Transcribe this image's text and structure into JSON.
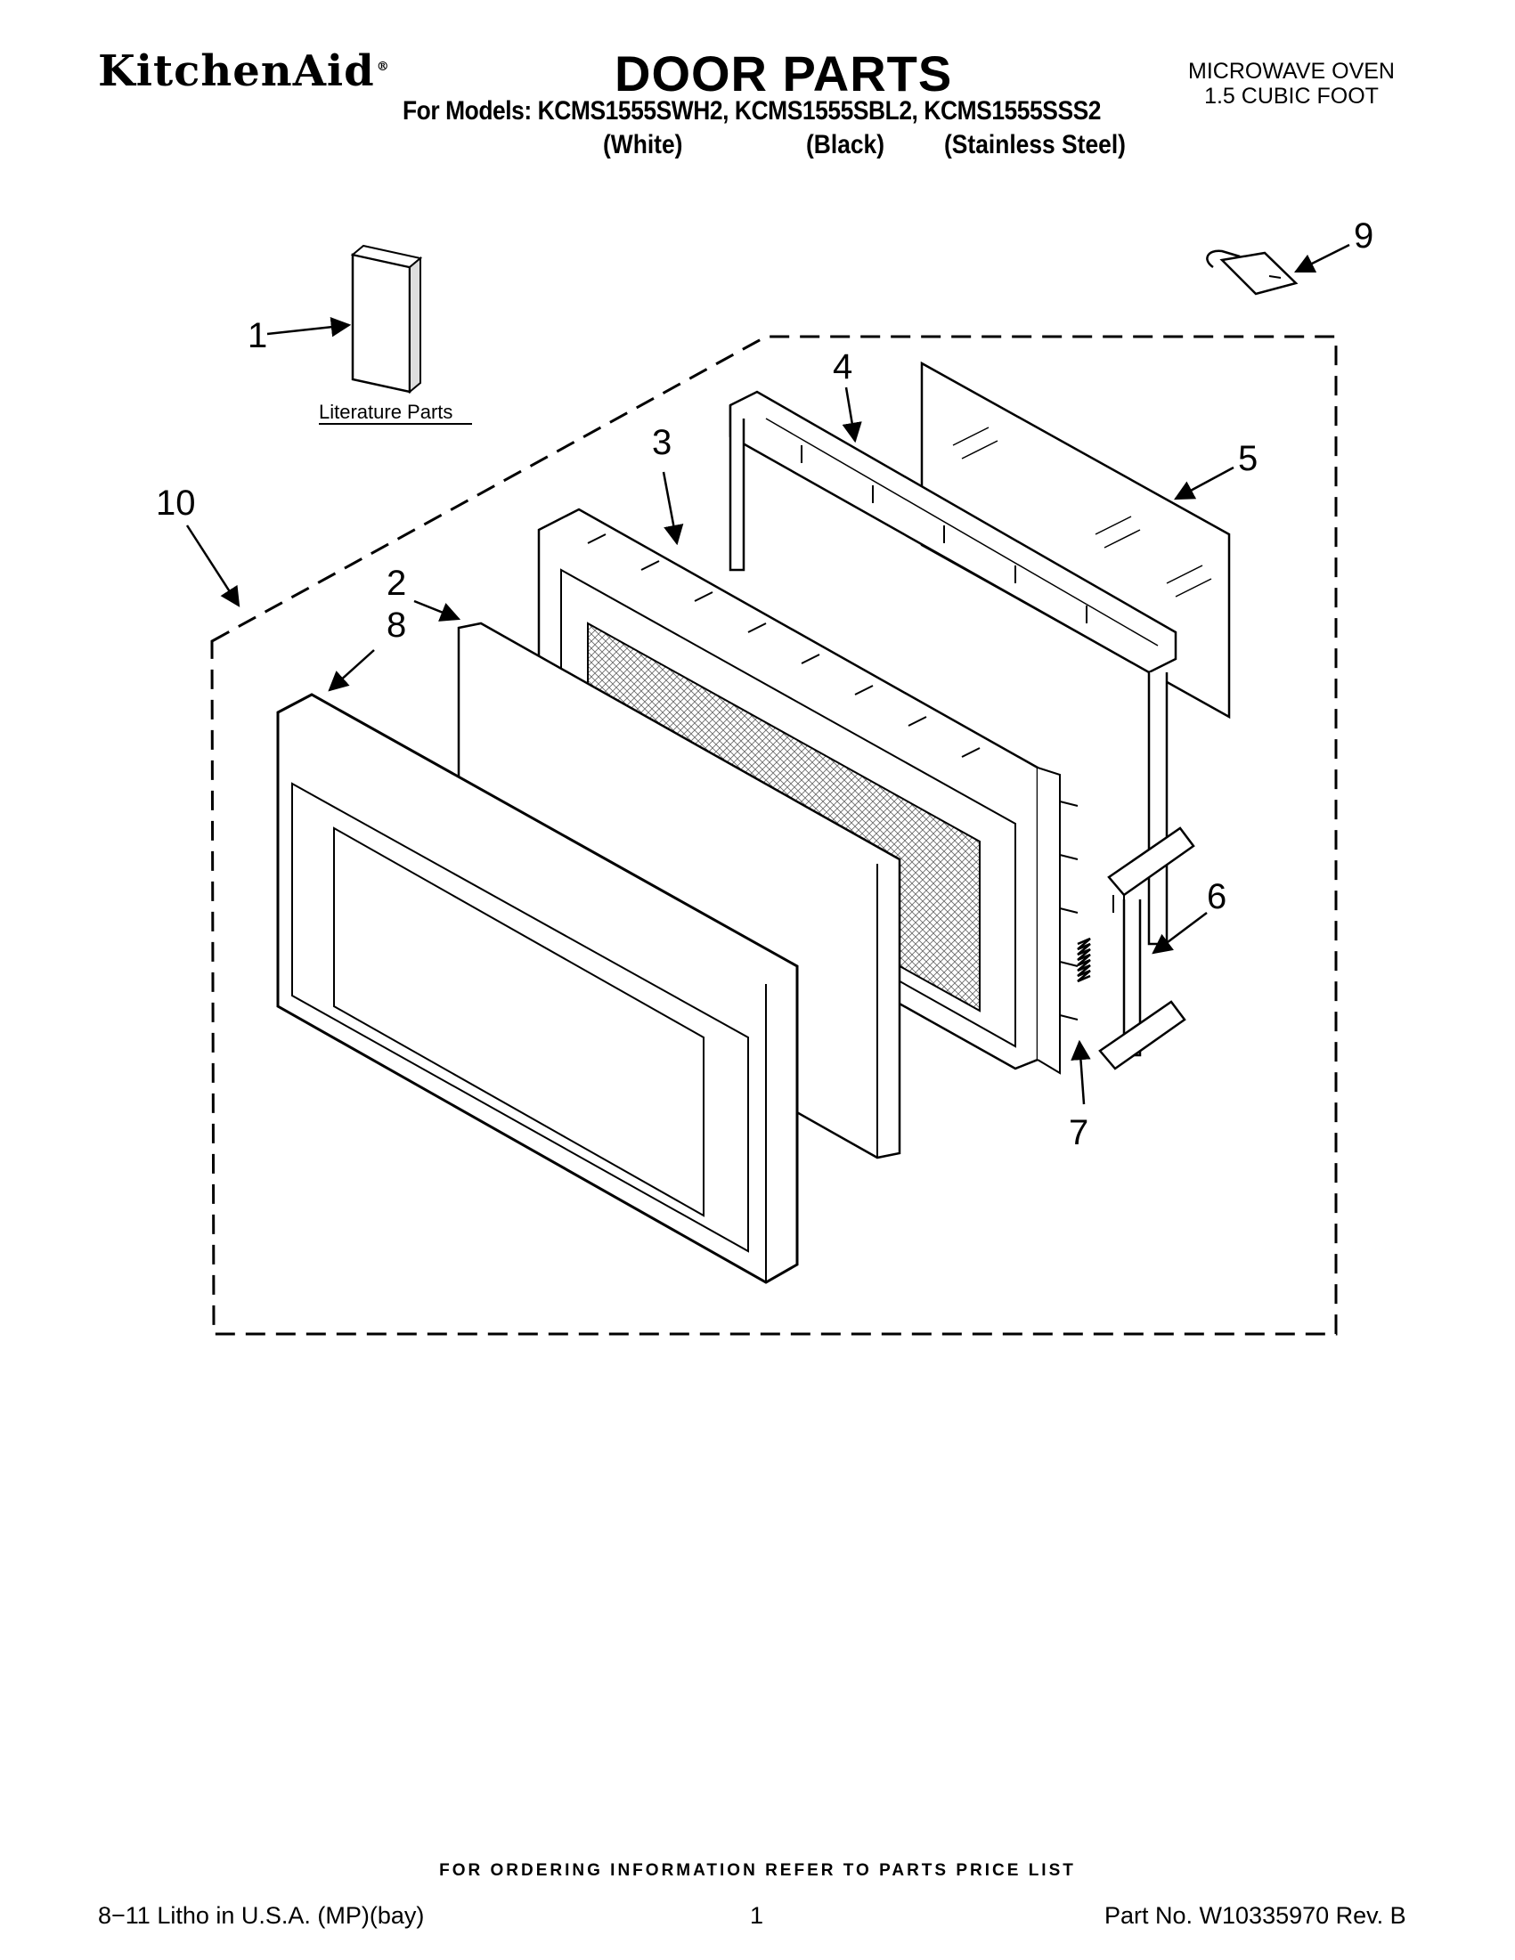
{
  "header": {
    "brand": "KitchenAid",
    "brand_mark": "®",
    "title": "DOOR PARTS",
    "product_line1": "MICROWAVE OVEN",
    "product_line2": "1.5 CUBIC FOOT",
    "models": "For Models: KCMS1555SWH2, KCMS1555SBL2, KCMS1555SSS2",
    "variants": [
      "(White)",
      "(Black)",
      "(Stainless Steel)"
    ]
  },
  "diagram": {
    "callouts": [
      "1",
      "2",
      "3",
      "4",
      "5",
      "6",
      "7",
      "8",
      "9",
      "10"
    ],
    "literature_label": "Literature Parts"
  },
  "footer": {
    "ordering_note": "FOR ORDERING INFORMATION REFER TO PARTS PRICE LIST",
    "litho": "8−11 Litho in U.S.A. (MP)(bay)",
    "page_number": "1",
    "part_number": "Part No. W10335970 Rev. B"
  }
}
